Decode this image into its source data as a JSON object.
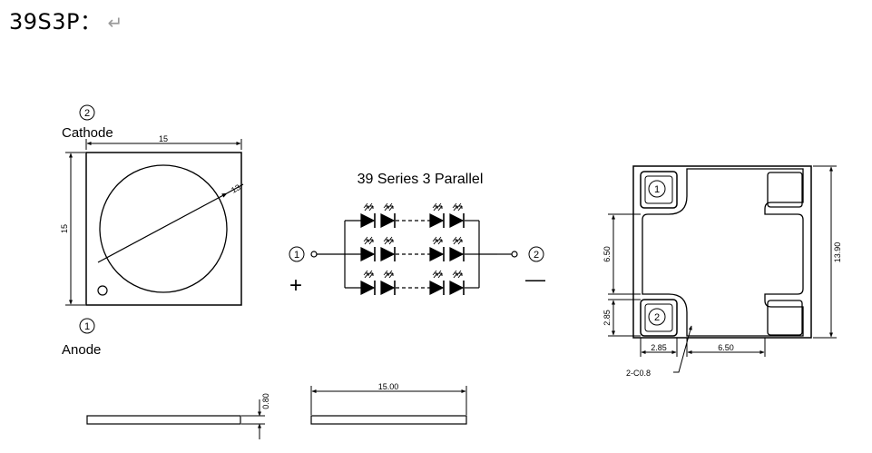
{
  "header": {
    "title": "39S3P：",
    "return_mark": "↵"
  },
  "top_view": {
    "cathode_pin": "2",
    "cathode_label": "Cathode",
    "anode_pin": "1",
    "anode_label": "Anode",
    "dim_width": "15",
    "dim_height": "15",
    "dim_diameter": "13"
  },
  "circuit": {
    "title": "39 Series 3 Parallel",
    "pin_left": "1",
    "pin_right": "2",
    "sign_left": "+",
    "sign_right": "—"
  },
  "bottom_view": {
    "pad1": "1",
    "pad2": "2",
    "dim_height": "13.90",
    "dim_center": "6.50",
    "dim_pad_v": "2.85",
    "dim_pad_h": "2.85",
    "dim_center_h": "6.50",
    "chamfer": "2-C0.8"
  },
  "side_view": {
    "thickness": "0.80",
    "length": "15.00"
  }
}
